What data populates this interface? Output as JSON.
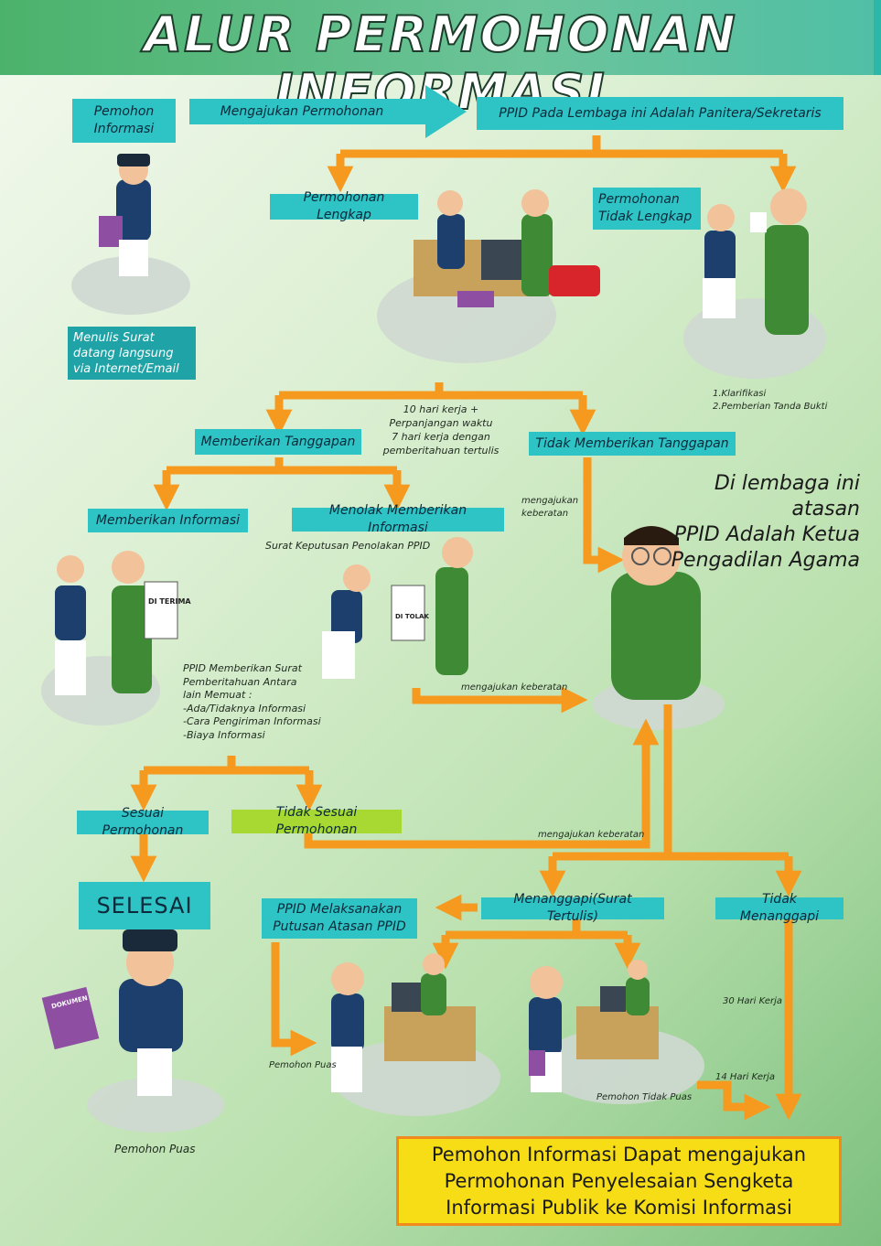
{
  "title": "ALUR PERMOHONAN INFORMASI",
  "boxes": {
    "pemohon": "Pemohon Informasi",
    "mengajukan": "Mengajukan Permohonan",
    "ppid": "PPID Pada Lembaga ini Adalah Panitera/Sekretaris",
    "lengkap": "Permohonan Lengkap",
    "tidak_lengkap": "Permohonan Tidak Lengkap",
    "menulis": "Menulis Surat datang langsung via Internet/Email",
    "memberikan_tanggapan": "Memberikan Tanggapan",
    "tidak_memberikan_tanggapan": "Tidak Memberikan Tanggapan",
    "memberikan_informasi": "Memberikan Informasi",
    "menolak": "Menolak Memberikan Informasi",
    "sesuai": "Sesuai Permohonan",
    "tidak_sesuai": "Tidak Sesuai Permohonan",
    "selesai": "SELESAI",
    "ppid_melaksanakan": "PPID Melaksanakan Putusan Atasan PPID",
    "menanggapi": "Menanggapi(Surat Tertulis)",
    "tidak_menanggapi": "Tidak Menanggapi"
  },
  "notes": {
    "klarifikasi_1": "1.Klarifikasi",
    "klarifikasi_2": "2.Pemberian Tanda Bukti",
    "hari_1": "10 hari kerja +",
    "hari_2": "Perpanjangan waktu",
    "hari_3": "7 hari kerja dengan",
    "hari_4": "pemberitahuan tertulis",
    "keberatan_top_1": "mengajukan",
    "keberatan_top_2": "keberatan",
    "surat_keputusan": "Surat Keputusan Penolakan PPID",
    "keberatan_mid": "mengajukan keberatan",
    "keberatan_low": "mengajukan keberatan",
    "ppid_surat_1": "PPID Memberikan Surat",
    "ppid_surat_2": "Pemberitahuan Antara",
    "ppid_surat_3": "lain Memuat :",
    "ppid_surat_4": "-Ada/Tidaknya Informasi",
    "ppid_surat_5": "-Cara Pengiriman Informasi",
    "ppid_surat_6": "-Biaya Informasi",
    "hari_30": "30 Hari Kerja",
    "hari_14": "14 Hari Kerja",
    "puas_1": "Pemohon Puas",
    "puas_2": "Pemohon Puas",
    "tidak_puas": "Pemohon Tidak Puas",
    "doc_terima": "DI TERIMA",
    "doc_tolak": "DI TOLAK",
    "doc_dokumen": "DOKUMEN"
  },
  "atasan": {
    "line1": "Di lembaga ini atasan",
    "line2": "PPID Adalah Ketua",
    "line3": "Pengadilan Agama"
  },
  "final": {
    "line1": "Pemohon Informasi Dapat mengajukan",
    "line2": "Permohonan Penyelesaian Sengketa",
    "line3": "Informasi Publik ke Komisi Informasi"
  },
  "colors": {
    "teal": "#2ec3c4",
    "orange": "#f59a1f",
    "yellow": "#f7dd15",
    "lime": "#a7d932"
  }
}
